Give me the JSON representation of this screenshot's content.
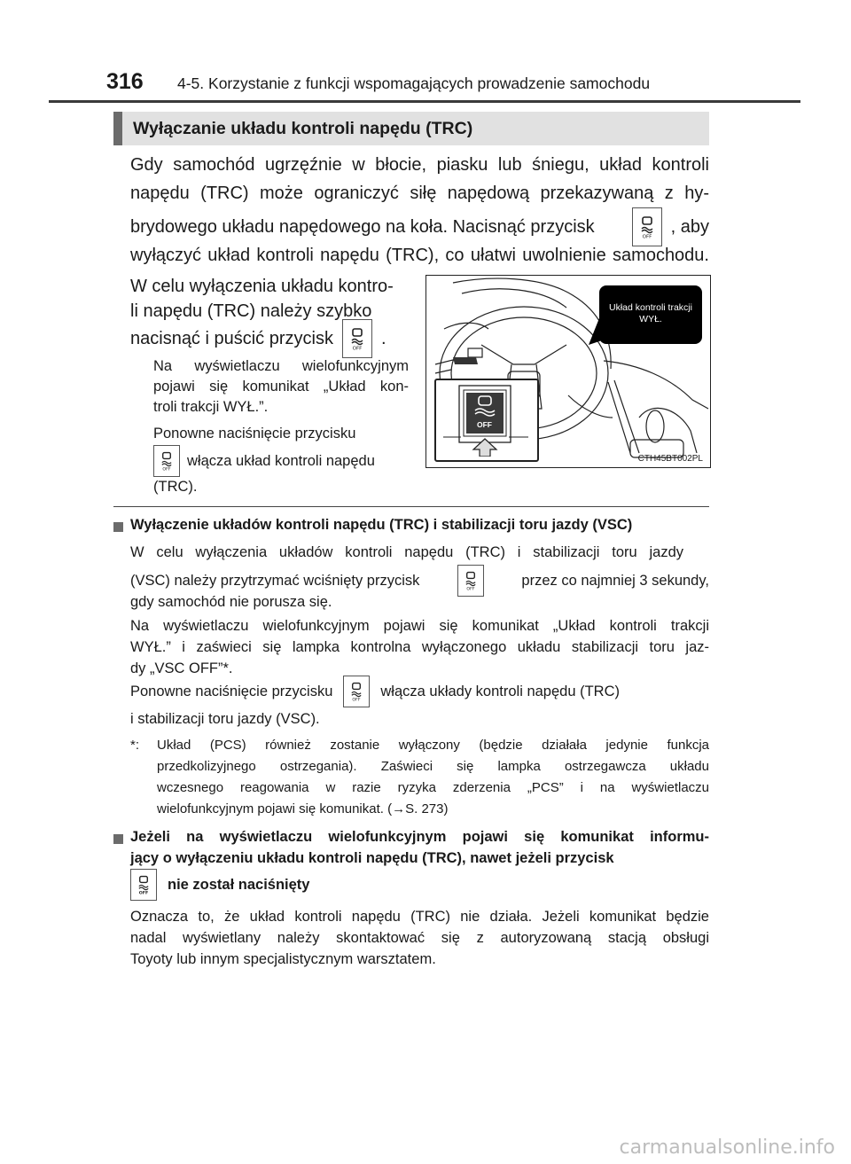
{
  "header": {
    "page_number": "316",
    "title": "4-5. Korzystanie z funkcji wspomagających prowadzenie samochodu"
  },
  "section": {
    "title": "Wyłączanie układu kontroli napędu (TRC)"
  },
  "intro": {
    "line1": "Gdy samochód ugrzęźnie w błocie, piasku lub śniegu, układ kontroli",
    "line2": "napędu (TRC) może ograniczyć siłę napędową przekazywaną z hy-",
    "line3a": "brydowego układu napędowego na koła. Nacisnąć przycisk",
    "line3b": ", aby",
    "line4": "wyłączyć układ kontroli napędu (TRC), co ułatwi uwolnienie samochodu."
  },
  "step": {
    "line1": "W celu wyłączenia układu kontro-",
    "line2": "li napędu (TRC) należy szybko",
    "line3a": "nacisnąć i puścić przycisk",
    "line3b": ".",
    "note1": "Na wyświetlaczu wielofunkcyjnym",
    "note2": "pojawi się komunikat „Układ kon-",
    "note3": "troli trakcji WYŁ.”.",
    "note4": "Ponowne naciśnięcie przycisku",
    "note5": "włącza układ kontroli napędu",
    "note6": "(TRC)."
  },
  "figure": {
    "callout": "Układ kontroli trakcji WYŁ.",
    "button_label": "OFF",
    "code": "CTH45BT002PL"
  },
  "block1": {
    "heading": "Wyłączenie układów kontroli napędu (TRC) i stabilizacji toru jazdy (VSC)",
    "p1": "W celu wyłączenia układów kontroli napędu (TRC) i stabilizacji toru jazdy",
    "p2a": "(VSC) należy przytrzymać wciśnięty przycisk",
    "p2b": "przez co najmniej 3 sekundy,",
    "p3": "gdy samochód nie porusza się.",
    "p4": "Na wyświetlaczu wielofunkcyjnym pojawi się komunikat „Układ kontroli trakcji",
    "p5": "WYŁ.” i zaświeci się lampka kontrolna wyłączonego układu stabilizacji toru jaz-",
    "p6": "dy „VSC OFF”*.",
    "p7a": "Ponowne naciśnięcie przycisku",
    "p7b": "włącza układy kontroli napędu (TRC)",
    "p8": "i stabilizacji toru jazdy (VSC).",
    "fn_marker": "*:",
    "fn1": "Układ (PCS) również zostanie wyłączony (będzie działała jedynie funkcja",
    "fn2": "przedkolizyjnego ostrzegania). Zaświeci się lampka ostrzegawcza układu",
    "fn3": "wczesnego reagowania w razie ryzyka zderzenia „PCS” i na wyświetlaczu",
    "fn4": "wielofunkcyjnym pojawi się komunikat. (→S. 273)"
  },
  "block2": {
    "h1": "Jeżeli na wyświetlaczu wielofunkcyjnym pojawi się komunikat informu-",
    "h2": "jący o wyłączeniu układu kontroli napędu (TRC), nawet jeżeli przycisk",
    "h3": "nie został naciśnięty",
    "p1": "Oznacza to, że układ kontroli napędu (TRC) nie działa. Jeżeli komunikat będzie",
    "p2": "nadal wyświetlany należy skontaktować się z autoryzowaną stacją obsługi",
    "p3": "Toyoty lub innym specjalistycznym warsztatem."
  },
  "footer": {
    "watermark": "carmanualsonline.info"
  }
}
